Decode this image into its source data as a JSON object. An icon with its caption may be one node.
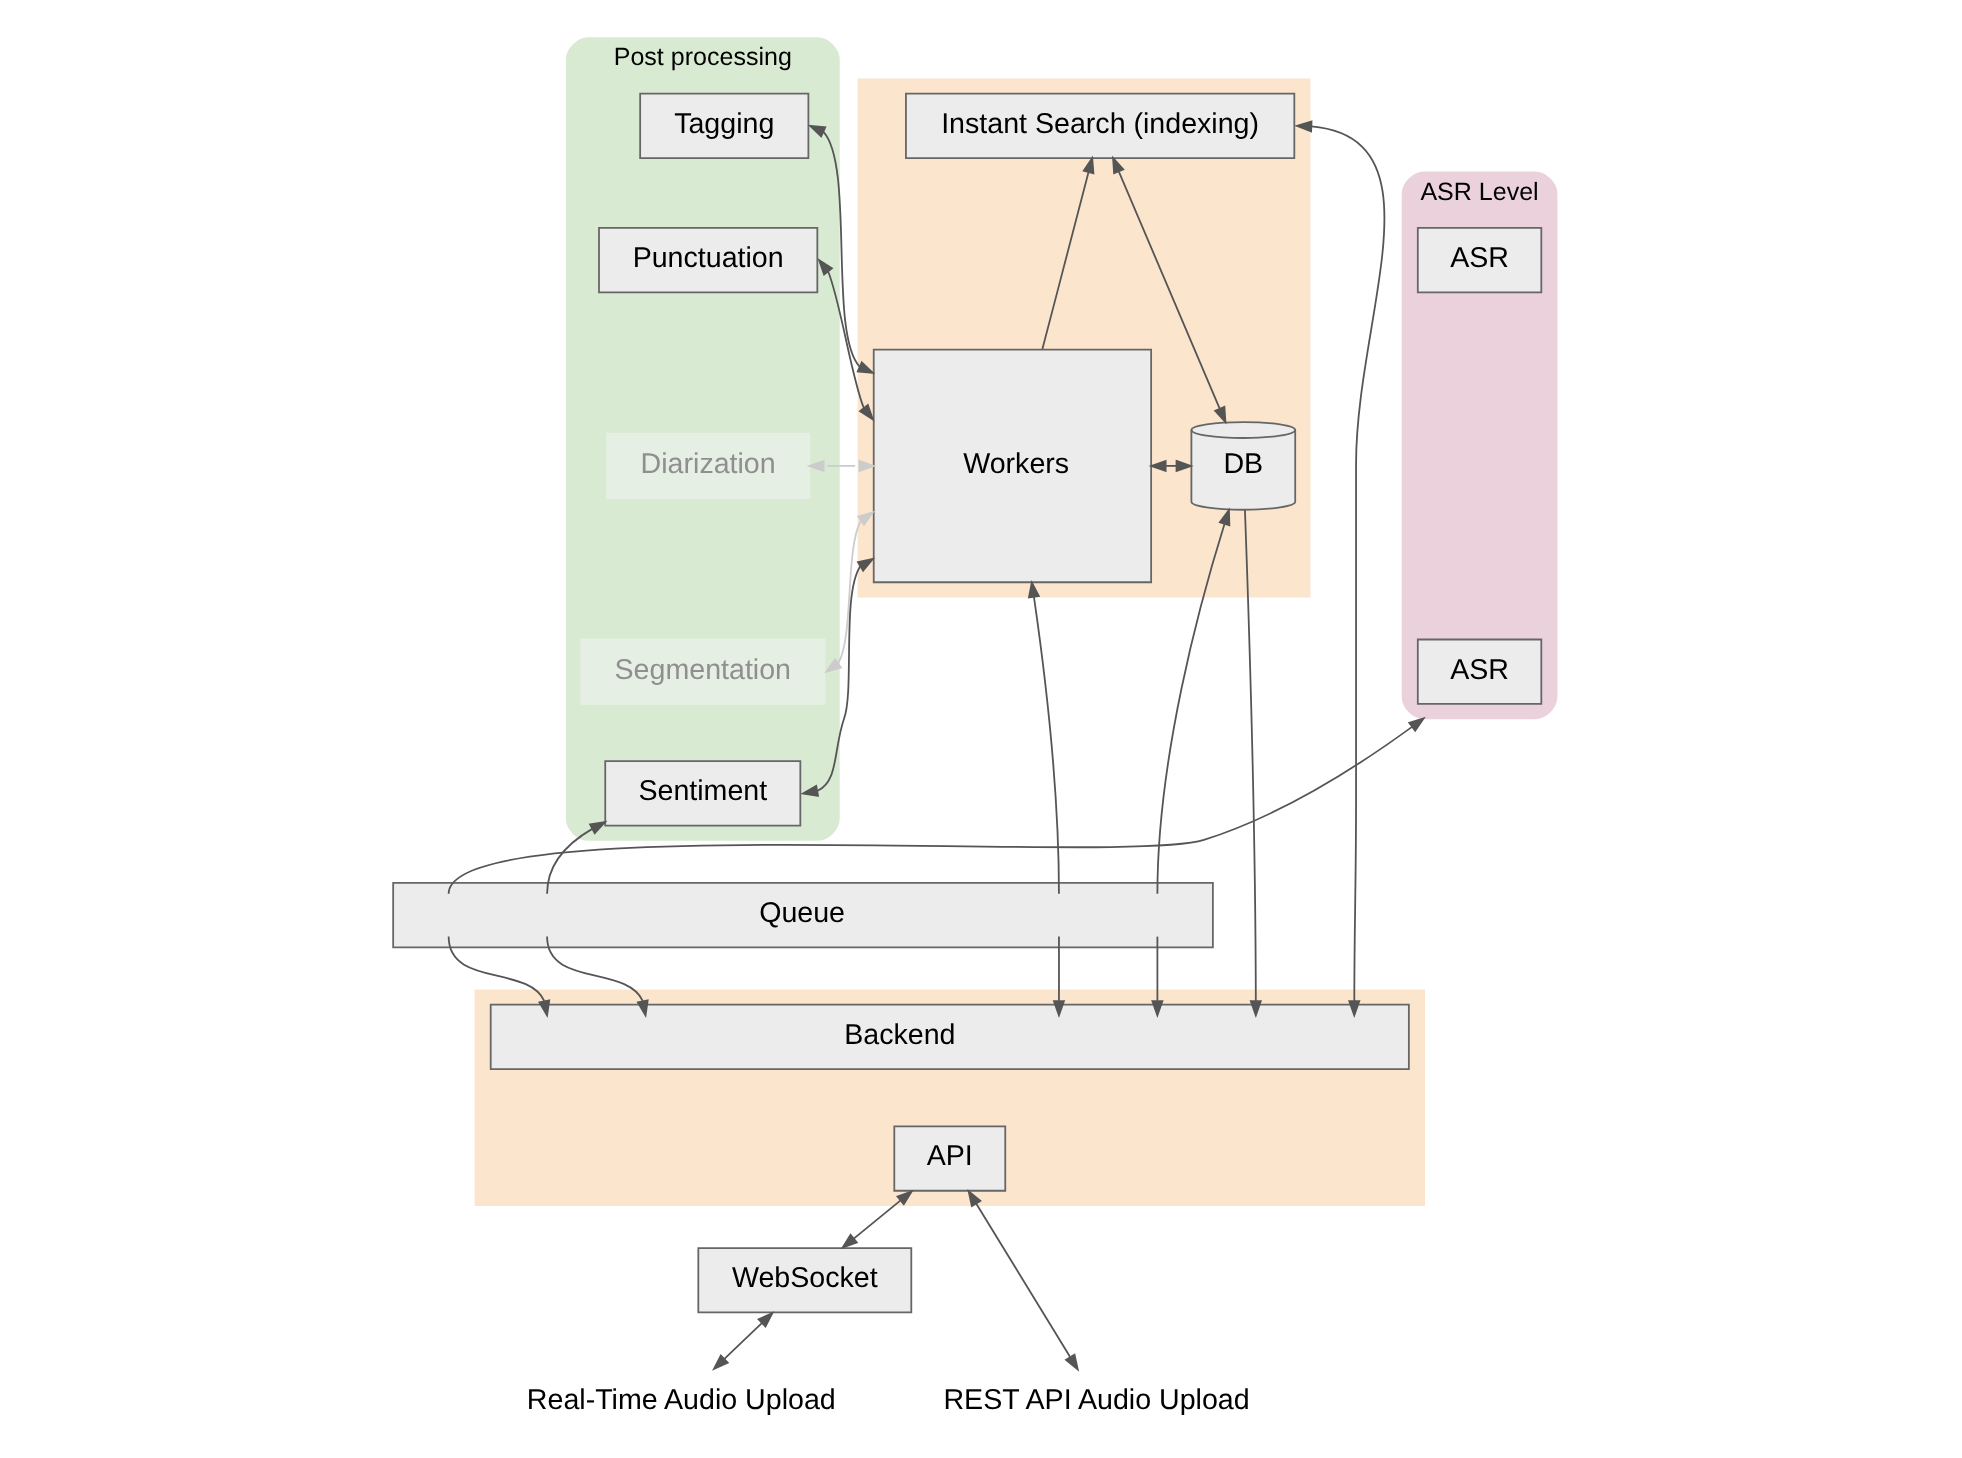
{
  "diagram": {
    "nodes": [
      {
        "text": [
          "ASR Level"
        ]
      },
      {
        "text": [
          "ASR"
        ],
        "in": 0
      },
      {
        "text": [
          "ASR"
        ],
        "in": 0
      },
      {
        "text": [
          "Post processing"
        ]
      },
      {
        "text": [
          "Tagging"
        ],
        "in": 3
      },
      {
        "text": [
          "Punctuation"
        ],
        "in": 3
      },
      {
        "text": [
          "Diarization"
        ],
        "in": 3
      },
      {
        "text": [
          "Segmentation"
        ],
        "in": 3
      },
      {
        "text": [
          "Sentiment"
        ],
        "in": 3
      },
      {
        "text": [],
        "shape": "box"
      },
      {
        "text": [
          "Instant Search (indexing)"
        ],
        "in": 9
      },
      {
        "text": [
          "Workers"
        ],
        "in": 9
      },
      {
        "text": [
          "DB"
        ],
        "in": 9
      },
      {
        "text": [
          "Queue"
        ]
      },
      {
        "text": [],
        "shape": "box"
      },
      {
        "text": [
          "Backend"
        ],
        "in": 14
      },
      {
        "text": [
          "API"
        ],
        "in": 14
      },
      {
        "text": [
          "WebSocket"
        ]
      },
      {
        "text": [
          "Real-Time Audio Upload"
        ]
      },
      {
        "text": [
          "REST API Audio Upload"
        ]
      }
    ],
    "edges": [
      {
        "from": 4,
        "to": 11,
        "arrow": "both"
      },
      {
        "from": 5,
        "to": 11,
        "arrow": "both"
      },
      {
        "from": 6,
        "to": 11,
        "arrow": "both",
        "color": "#cccccc"
      },
      {
        "from": 7,
        "to": 11,
        "arrow": "both",
        "color": "#cccccc"
      },
      {
        "from": 8,
        "to": 11,
        "arrow": "both"
      },
      {
        "from": 11,
        "to": 10,
        "arrow": "to"
      },
      {
        "from": 10,
        "to": 12,
        "arrow": "both"
      },
      {
        "from": 11,
        "to": 12,
        "arrow": "both"
      },
      {
        "from": 13,
        "to": 0,
        "arrow": "to"
      },
      {
        "from": 13,
        "to": 8,
        "arrow": "to"
      },
      {
        "from": 13,
        "to": 11,
        "arrow": "to"
      },
      {
        "from": 13,
        "to": 12,
        "arrow": "to"
      },
      {
        "from": 13,
        "to": 15,
        "arrow": "to"
      },
      {
        "from": 13,
        "to": 15,
        "arrow": "to"
      },
      {
        "from": 13,
        "to": 15,
        "arrow": "to"
      },
      {
        "from": 13,
        "to": 15,
        "arrow": "to"
      },
      {
        "from": 12,
        "to": 15,
        "arrow": "to"
      },
      {
        "from": 10,
        "to": 15,
        "arrow": "both"
      },
      {
        "from": 16,
        "to": 17,
        "arrow": "both"
      },
      {
        "from": 17,
        "to": 18,
        "arrow": "both"
      },
      {
        "from": 16,
        "to": 19,
        "arrow": "both"
      }
    ]
  }
}
